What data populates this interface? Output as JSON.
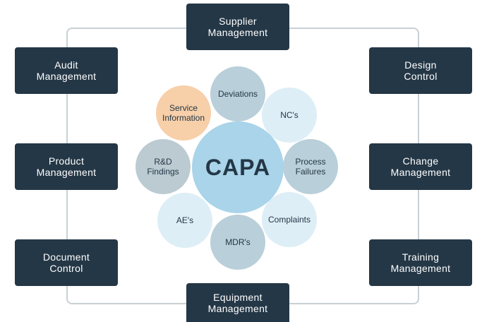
{
  "center": {
    "label": "CAPA"
  },
  "outer_boxes": {
    "supplier": "Supplier\nManagement",
    "audit": "Audit\nManagement",
    "design": "Design\nControl",
    "product": "Product\nManagement",
    "change": "Change\nManagement",
    "document": "Document\nControl",
    "training": "Training\nManagement",
    "equipment": "Equipment\nManagement"
  },
  "inputs": {
    "deviations": "Deviations",
    "ncs": "NC's",
    "service_information": "Service\nInformation",
    "rd_findings": "R&D\nFindings",
    "process_failures": "Process\nFailures",
    "aes": "AE's",
    "complaints": "Complaints",
    "mdrs": "MDR's"
  },
  "colors": {
    "box": "#243746",
    "frame": "#c9d0d4",
    "center": "#a9d4e9",
    "highlight": "#f7cfa9"
  }
}
